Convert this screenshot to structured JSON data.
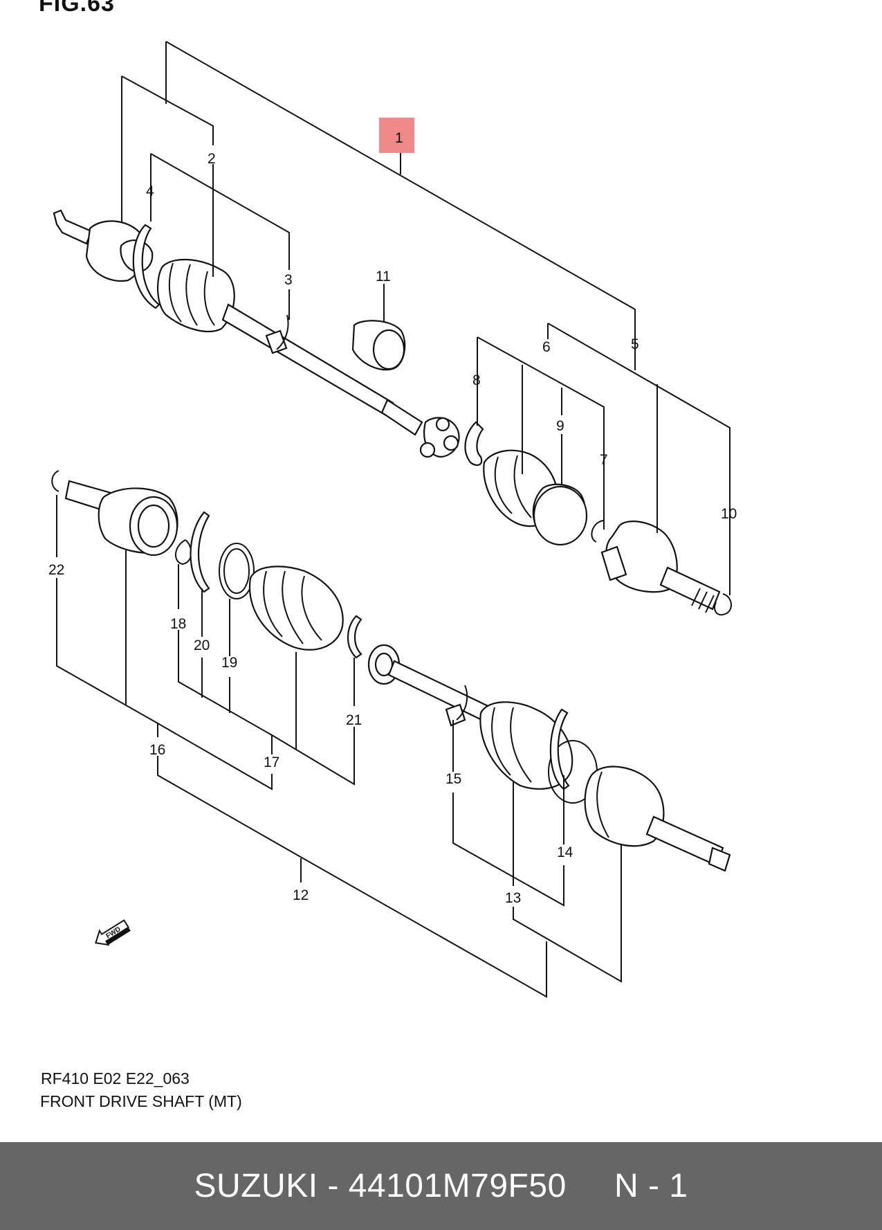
{
  "header": {
    "fig_label": "FIG.63"
  },
  "diagram": {
    "highlighted_part": "1",
    "fwd_label": "FWD",
    "callouts": [
      "1",
      "2",
      "3",
      "4",
      "5",
      "6",
      "7",
      "8",
      "9",
      "10",
      "11",
      "12",
      "13",
      "14",
      "15",
      "16",
      "17",
      "18",
      "19",
      "20",
      "21",
      "22"
    ],
    "highlight_color": "#f08a8a"
  },
  "caption": {
    "code": "RF410 E02 E22_063",
    "title": "FRONT DRIVE SHAFT (MT)"
  },
  "footer": {
    "text": "SUZUKI - 44101M79F50     N - 1",
    "background": "#666666"
  }
}
